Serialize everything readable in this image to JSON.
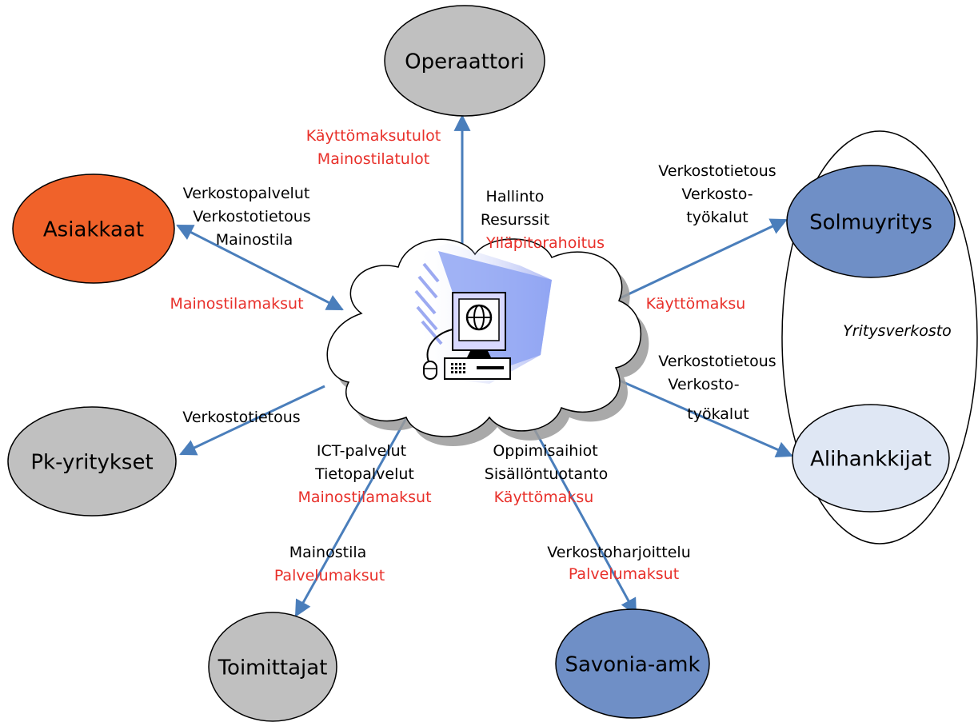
{
  "colors": {
    "arrow": "#4a7ebb",
    "red_text": "#e8302a",
    "node_gray": "#c0c0c0",
    "node_orange": "#f0622a",
    "node_blue": "#6f8fc6",
    "node_lightblue": "#dfe7f4"
  },
  "nodes": {
    "operaattori": "Operaattori",
    "asiakkaat": "Asiakkaat",
    "pk_yritykset": "Pk-yritykset",
    "toimittajat": "Toimittajat",
    "savonia": "Savonia-amk",
    "solmuyritys": "Solmuyritys",
    "alihankkijat": "Alihankkijat"
  },
  "group": {
    "label": "Yritysverkosto"
  },
  "center": {
    "icon": "network-computer-icon"
  },
  "labels": {
    "operaattori": {
      "red1": "Käyttömaksutulot",
      "red2": "Mainostilatulot",
      "black1": "Hallinto",
      "black2": "Resurssit",
      "red3": "Ylläpitorahoitus"
    },
    "asiakkaat": {
      "black1": "Verkostopalvelut",
      "black2": "Verkostotietous",
      "black3": "Mainostila",
      "red1": "Mainostilamaksut"
    },
    "solmuyritys": {
      "black1": "Verkostotietous",
      "black2": "Verkosto-",
      "black3": "työkalut",
      "red1": "Käyttömaksu"
    },
    "alihankkijat": {
      "black1": "Verkostotietous",
      "black2": "Verkosto-",
      "black3": "työkalut"
    },
    "pk": {
      "black1": "Verkostotietous"
    },
    "toimittajat": {
      "black1": "ICT-palvelut",
      "black2": "Tietopalvelut",
      "red1": "Mainostilamaksut",
      "black3": "Mainostila",
      "red2": "Palvelumaksut"
    },
    "savonia": {
      "black1": "Oppimisaihiot",
      "black2": "Sisällöntuotanto",
      "red1": "Käyttömaksu",
      "black3": "Verkostoharjoittelu",
      "red2": "Palvelumaksut"
    }
  }
}
